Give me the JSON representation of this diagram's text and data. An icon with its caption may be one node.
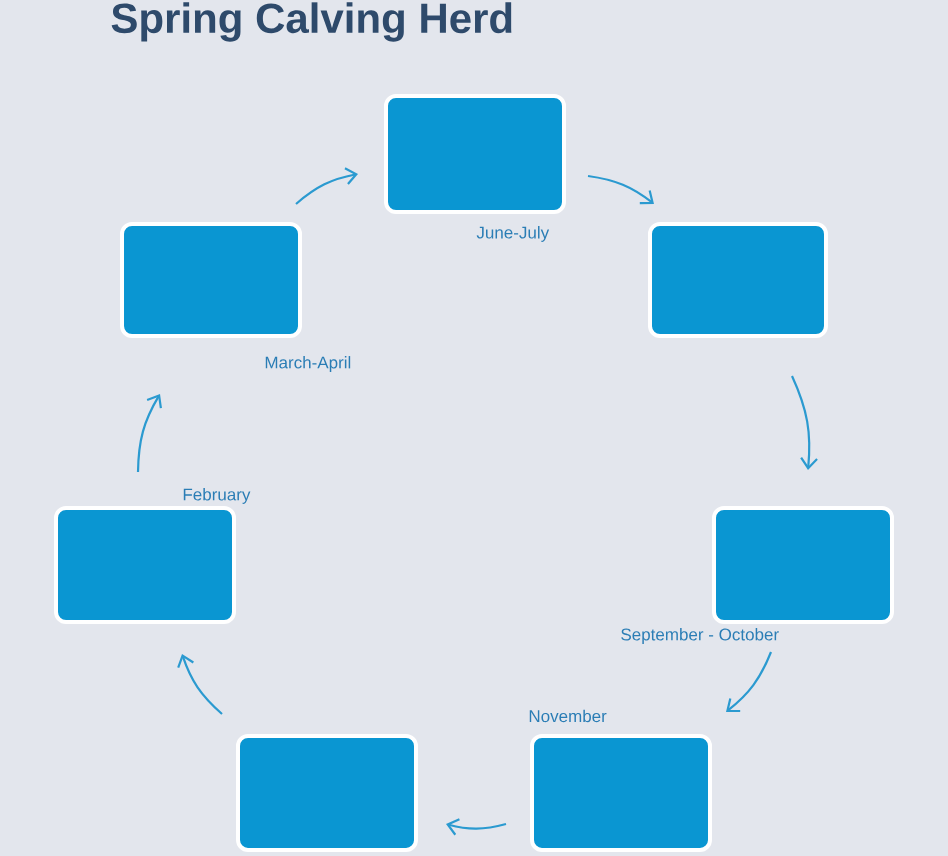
{
  "diagram": {
    "title": "Spring Calving Herd",
    "nodes": [
      {
        "text": [],
        "shape": "box",
        "beside": [
          "June-July"
        ]
      },
      {
        "text": [],
        "shape": "box",
        "beside": [
          "March-April"
        ]
      },
      {
        "text": [],
        "shape": "box"
      },
      {
        "text": [],
        "shape": "box",
        "beside": [
          "February"
        ]
      },
      {
        "text": [],
        "shape": "box",
        "beside": [
          "September - October"
        ]
      },
      {
        "text": [],
        "shape": "box"
      },
      {
        "text": [],
        "shape": "box",
        "beside": [
          "November"
        ]
      }
    ],
    "edges": [
      {
        "from": 0,
        "to": 2,
        "arrow": "to"
      },
      {
        "from": 2,
        "to": 4,
        "arrow": "to"
      },
      {
        "from": 4,
        "to": 6,
        "arrow": "to"
      },
      {
        "from": 6,
        "to": 5,
        "arrow": "to"
      },
      {
        "from": 5,
        "to": 3,
        "arrow": "to"
      },
      {
        "from": 3,
        "to": 1,
        "arrow": "to"
      },
      {
        "from": 1,
        "to": 0,
        "arrow": "to"
      }
    ]
  }
}
